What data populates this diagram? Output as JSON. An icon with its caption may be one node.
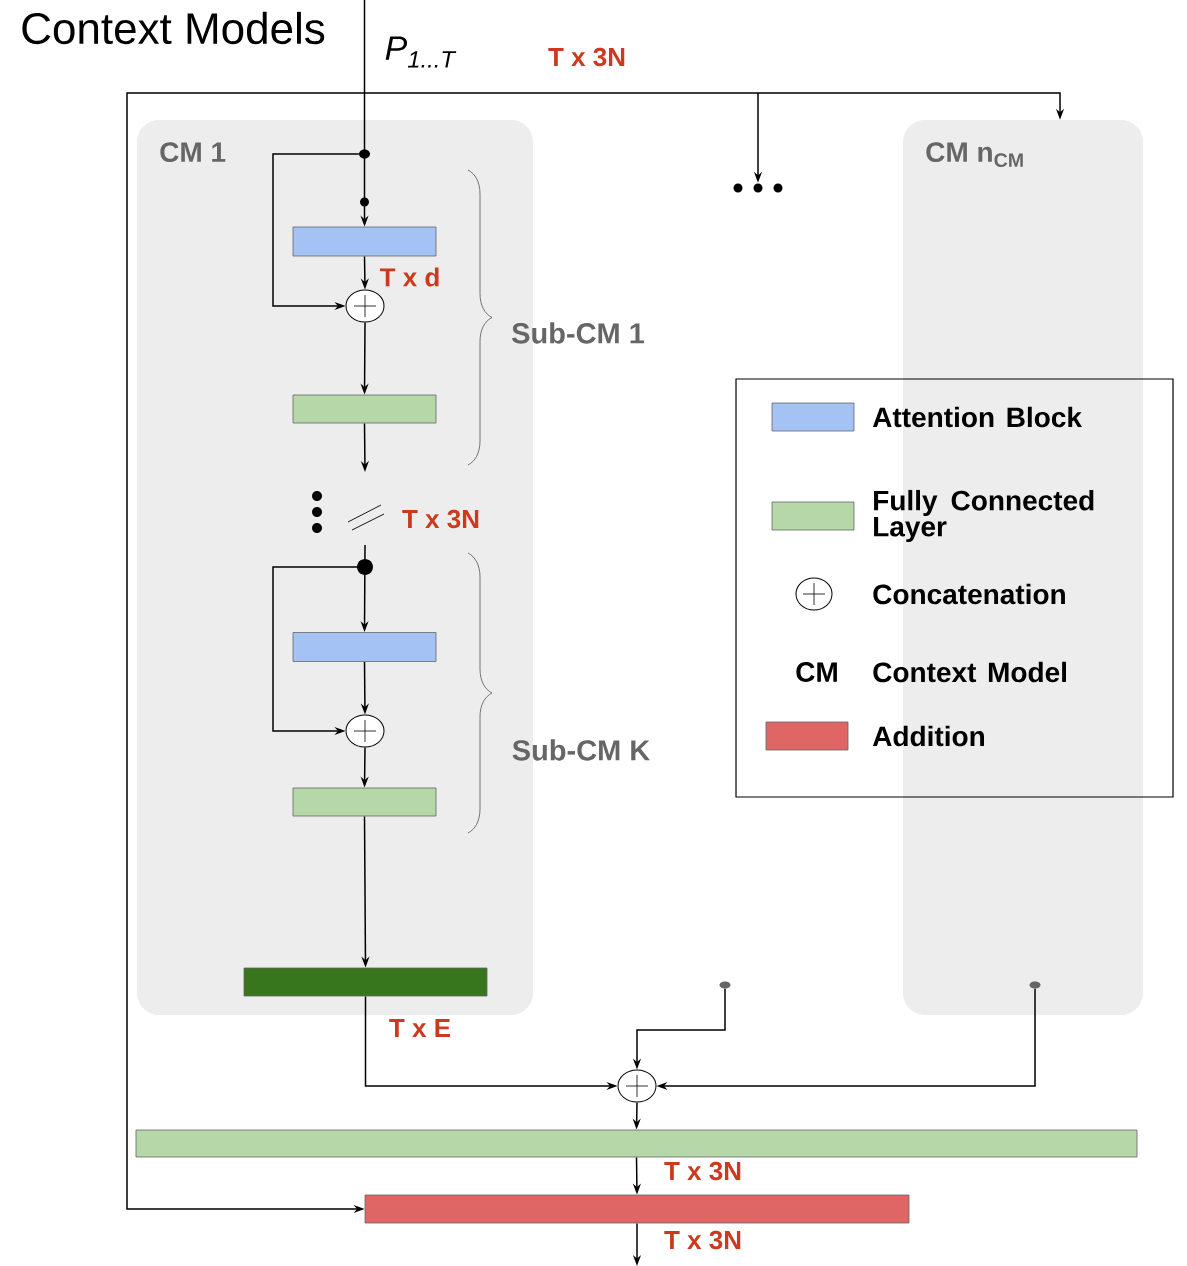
{
  "diagram": {
    "title": "Context Models",
    "nodes": [
      {
        "text": [
          "CM 1"
        ]
      },
      {
        "text": [],
        "shape": "box",
        "in": 0
      },
      {
        "text": [],
        "shape": "circle",
        "in": 0
      },
      {
        "text": [],
        "shape": "box",
        "in": 0
      },
      {
        "text": [],
        "shape": "box",
        "in": 0
      },
      {
        "text": [],
        "shape": "circle",
        "in": 0
      },
      {
        "text": [],
        "shape": "box",
        "in": 0
      },
      {
        "text": [],
        "shape": "bar",
        "in": 0
      },
      {
        "text": [],
        "shape": "dots"
      },
      {
        "text": [
          "CM n$_{CM}$"
        ]
      },
      {
        "text": [],
        "shape": "circle"
      },
      {
        "text": [],
        "shape": "bar"
      },
      {
        "text": [],
        "shape": "bar"
      },
      {
        "text": [],
        "shape": "dot"
      },
      {
        "text": [],
        "shape": "dot",
        "in": 9
      },
      {
        "text": [],
        "shape": "dot",
        "in": 0
      }
    ],
    "edges": [
      {
        "from": null,
        "to": 1,
        "arrow": "to",
        "label": "P$_{1...T}$"
      },
      {
        "from": null,
        "to": 9,
        "arrow": "to"
      },
      {
        "from": null,
        "to": 8,
        "arrow": "to"
      },
      {
        "from": null,
        "to": 12,
        "arrow": "to"
      },
      {
        "from": 15,
        "to": 2,
        "arrow": "to"
      },
      {
        "from": 1,
        "to": 2,
        "arrow": "to",
        "label": "T x d"
      },
      {
        "from": 2,
        "to": 3,
        "arrow": "to"
      },
      {
        "from": 3,
        "to": null,
        "arrow": "to"
      },
      {
        "from": null,
        "to": 4,
        "arrow": "to"
      },
      {
        "from": null,
        "to": 5,
        "arrow": "to"
      },
      {
        "from": 4,
        "to": 5,
        "arrow": "to"
      },
      {
        "from": 5,
        "to": 6,
        "arrow": "to"
      },
      {
        "from": 6,
        "to": 7,
        "arrow": "to"
      },
      {
        "from": 7,
        "to": 10,
        "arrow": "to",
        "label": "T x E"
      },
      {
        "from": 13,
        "to": 10,
        "arrow": "to"
      },
      {
        "from": 14,
        "to": 10,
        "arrow": "to"
      },
      {
        "from": 10,
        "to": 11,
        "arrow": "to"
      },
      {
        "from": 11,
        "to": 12,
        "arrow": "to",
        "label": "T x 3N"
      },
      {
        "from": 12,
        "to": null,
        "arrow": "to",
        "label": "T x 3N"
      }
    ],
    "labels": [
      "T x 3N",
      "T x 3N",
      "Sub-CM 1",
      "Sub-CM K",
      "CM"
    ],
    "legend": [
      {
        "text": "Attention Block",
        "color": "#a4c2f4"
      },
      {
        "text": "Fully Connected Layer",
        "color": "#b6d7a8"
      },
      {
        "text": "Concatenation"
      },
      {
        "text": "Context Model"
      },
      {
        "text": "Addition",
        "color": "#e06666"
      }
    ]
  }
}
